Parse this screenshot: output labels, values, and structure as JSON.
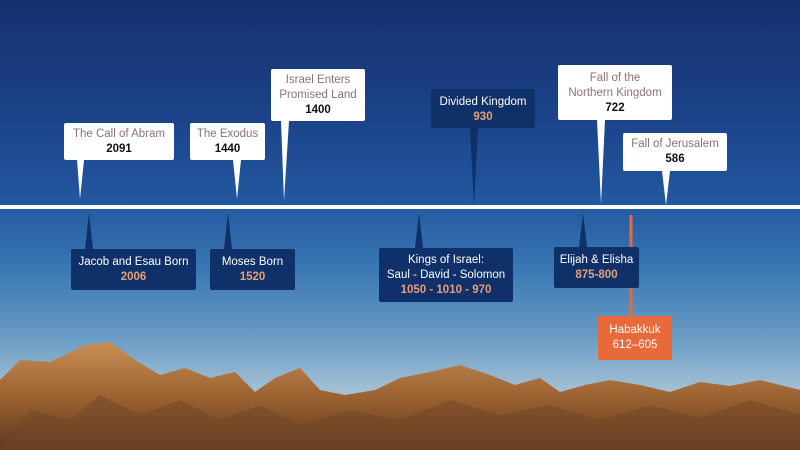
{
  "colors": {
    "sky_top": "#16306f",
    "dark_box": "#0f3068",
    "accent_orange": "#e8693a",
    "date_orange": "#e5a07a"
  },
  "events_above": [
    {
      "title": "The Call of Abram",
      "year": "2091"
    },
    {
      "title": "The Exodus",
      "year": "1440"
    },
    {
      "title": "Israel Enters Promised Land",
      "year": "1400"
    },
    {
      "title": "Divided Kingdom",
      "year": "930"
    },
    {
      "title": "Fall of the Northern Kingdom",
      "year": "722"
    },
    {
      "title": "Fall of Jerusalem",
      "year": "586"
    }
  ],
  "events_below": [
    {
      "title": "Jacob and Esau Born",
      "year": "2006"
    },
    {
      "title": "Moses Born",
      "year": "1520"
    },
    {
      "title": "Kings of Israel:",
      "subtitle": "Saul - David - Solomon",
      "year": "1050 - 1010 - 970"
    },
    {
      "title": "Elijah & Elisha",
      "year": "875-800"
    },
    {
      "title": "Habakkuk",
      "year": "612–605"
    }
  ]
}
